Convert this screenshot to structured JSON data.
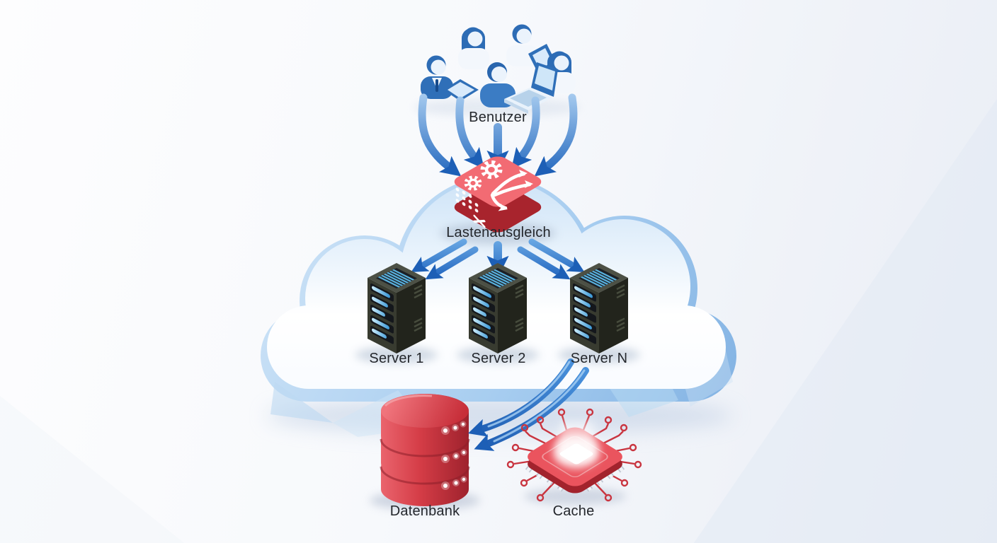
{
  "diagram": {
    "type": "cloud-load-balancing-architecture",
    "language": "de",
    "nodes": {
      "users": {
        "label": "Benutzer",
        "icon": "users-group-icon",
        "figures": 5
      },
      "load_balancer": {
        "label": "Lastenausgleich",
        "icon": "load-balancer-box-icon",
        "color": "#d8353f"
      },
      "server_1": {
        "label": "Server 1",
        "icon": "server-tower-icon"
      },
      "server_2": {
        "label": "Server 2",
        "icon": "server-tower-icon"
      },
      "server_n": {
        "label": "Server N",
        "icon": "server-tower-icon"
      },
      "database": {
        "label": "Datenbank",
        "icon": "database-cylinder-icon",
        "color": "#d63c46"
      },
      "cache": {
        "label": "Cache",
        "icon": "cache-chip-icon",
        "color": "#d03540"
      }
    },
    "edges": [
      {
        "from": "users",
        "to": "load_balancer",
        "arrows": 5
      },
      {
        "from": "load_balancer",
        "to": "server_1",
        "arrows": 2
      },
      {
        "from": "load_balancer",
        "to": "server_2",
        "arrows": 1
      },
      {
        "from": "load_balancer",
        "to": "server_n",
        "arrows": 2
      },
      {
        "from": "servers",
        "to": "database",
        "arrows": 2
      }
    ],
    "colors": {
      "arrow_blue": "#2b74cc",
      "cloud_rim_blue": "#9cc6ee",
      "cloud_fill": "#ffffff",
      "node_red": "#d8353f",
      "server_body": "#3a3d32",
      "server_glow_blue": "#5fb6e2",
      "label_text": "#24272c",
      "background_start": "#fdfdfe",
      "background_end": "#e9edf5"
    }
  }
}
